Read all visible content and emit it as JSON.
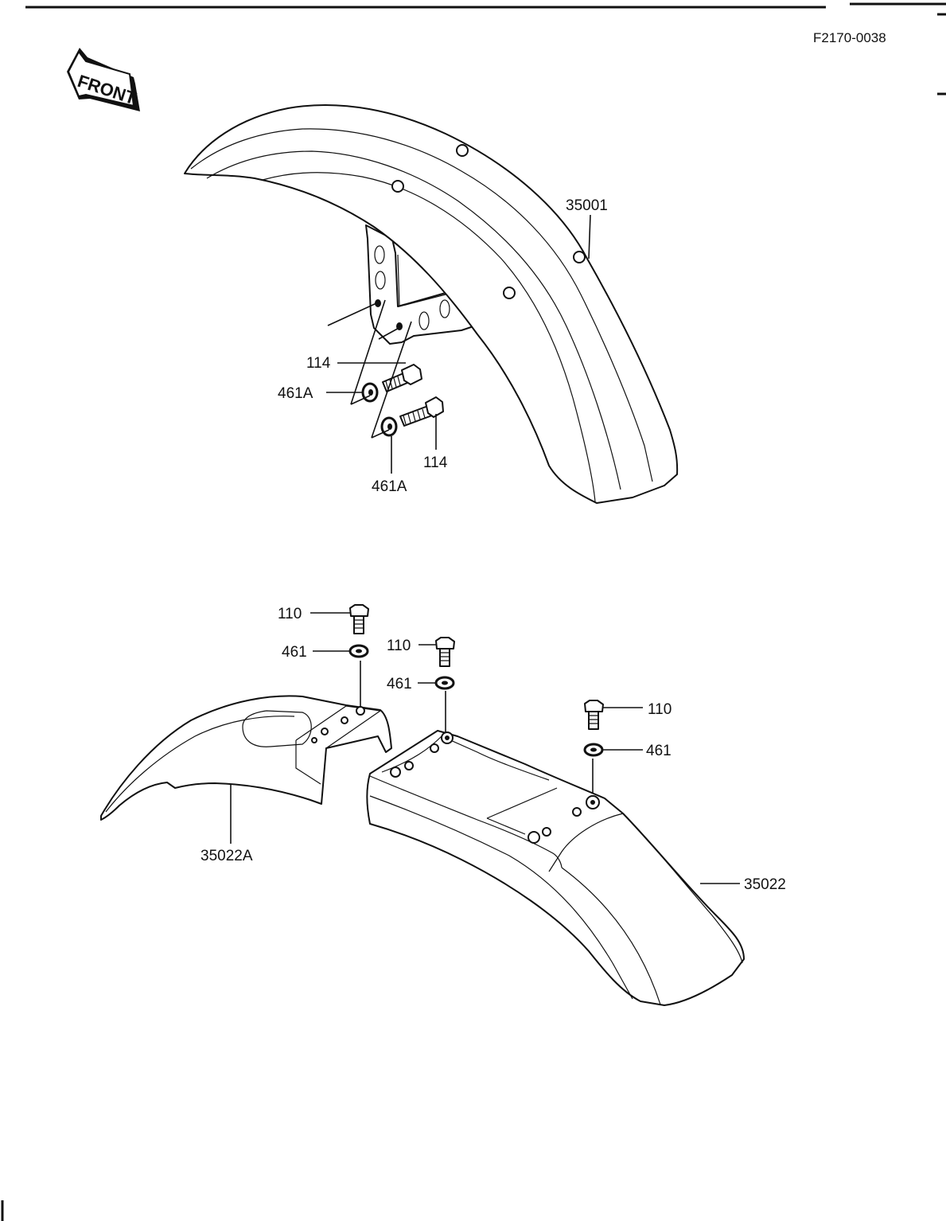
{
  "doc_code": "F2170-0038",
  "front_label": "FRONT",
  "labels": {
    "front_fender": "35001",
    "bolt_114_upper": "114",
    "washer_461a_upper": "461A",
    "bolt_114_lower": "114",
    "washer_461a_lower": "461A",
    "bolt_110_left": "110",
    "washer_461_left": "461",
    "bolt_110_mid": "110",
    "washer_461_mid": "461",
    "bolt_110_right": "110",
    "washer_461_right": "461",
    "rear_fender_front": "35022A",
    "rear_fender": "35022"
  }
}
